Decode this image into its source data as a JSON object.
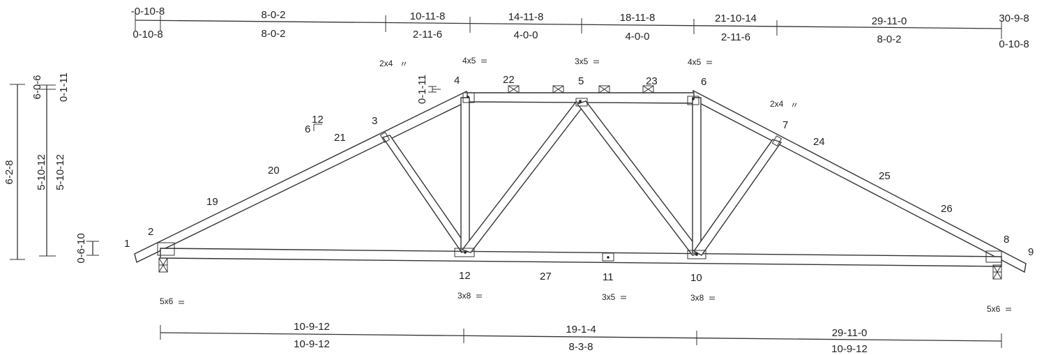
{
  "top_dimensions": [
    {
      "cum": "-0-10-8",
      "seg": "0-10-8"
    },
    {
      "cum": "8-0-2",
      "seg": "8-0-2"
    },
    {
      "cum": "10-11-8",
      "seg": "2-11-6"
    },
    {
      "cum": "14-11-8",
      "seg": "4-0-0"
    },
    {
      "cum": "18-11-8",
      "seg": "4-0-0"
    },
    {
      "cum": "21-10-14",
      "seg": "2-11-6"
    },
    {
      "cum": "29-11-0",
      "seg": "8-0-2"
    },
    {
      "cum": "30-9-8",
      "seg": "0-10-8"
    }
  ],
  "bottom_dimensions": [
    {
      "cum": "10-9-12",
      "seg": "10-9-12"
    },
    {
      "cum": "19-1-4",
      "seg": "8-3-8"
    },
    {
      "cum": "29-11-0",
      "seg": "10-9-12"
    }
  ],
  "left_dimensions": {
    "overall": "6-2-8",
    "upper_a": "6-0-6",
    "upper_b": "0-1-11",
    "mid_a": "5-10-12",
    "mid_b": "5-10-12",
    "heel": "0-6-10",
    "top_offset": "0-1-11"
  },
  "pitch": {
    "rise": "6",
    "run": "12"
  },
  "node_labels": [
    "1",
    "2",
    "3",
    "4",
    "5",
    "6",
    "7",
    "8",
    "9",
    "10",
    "11",
    "12",
    "19",
    "20",
    "21",
    "22",
    "23",
    "24",
    "25",
    "26",
    "27"
  ],
  "plates": {
    "p2x4_left": "2x4",
    "p4x5_left": "4x5",
    "p3x5_top": "3x5",
    "p4x5_right": "4x5",
    "p2x4_right": "2x4",
    "p5x6_left": "5x6",
    "p3x8_left": "3x8",
    "p3x5_bottom": "3x5",
    "p3x8_right": "3x8",
    "p5x6_right": "5x6"
  }
}
